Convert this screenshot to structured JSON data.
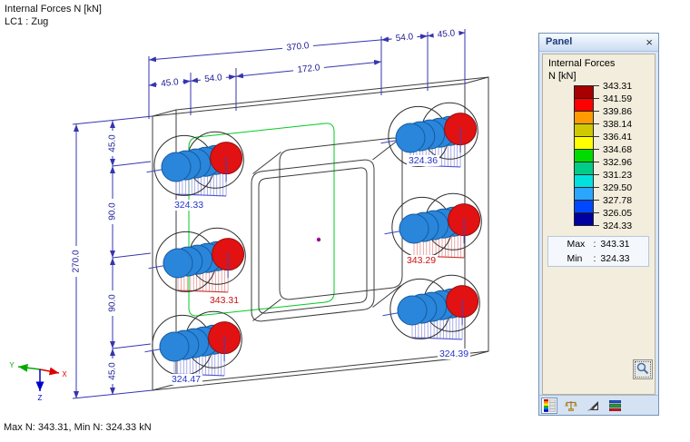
{
  "header": {
    "title": "Internal Forces N [kN]",
    "subtitle": "LC1 : Zug"
  },
  "dimensions": {
    "top_total": "370.0",
    "top_chain": [
      "45.0",
      "54.0",
      "172.0",
      "54.0",
      "45.0"
    ],
    "left_total": "270.0",
    "left_chain": [
      "45.0",
      "90.0",
      "90.0",
      "45.0"
    ]
  },
  "bolts": [
    {
      "value": "324.33",
      "kind": "min"
    },
    {
      "value": "343.31",
      "kind": "max"
    },
    {
      "value": "324.47",
      "kind": "min"
    },
    {
      "value": "324.36",
      "kind": "min"
    },
    {
      "value": "343.29",
      "kind": "max"
    },
    {
      "value": "324.39",
      "kind": "min"
    }
  ],
  "axes": {
    "x": "X",
    "y": "Y",
    "z": "Z",
    "x_color": "#dd0000",
    "y_color": "#00aa00",
    "z_color": "#0000cc"
  },
  "status": "Max N: 343.31, Min N: 324.33 kN",
  "panel": {
    "title": "Panel",
    "close": "×",
    "result_title": "Internal Forces",
    "result_unit": "N [kN]",
    "separator": ":",
    "max_label": "Max",
    "max_value": "343.31",
    "min_label": "Min",
    "min_value": "324.33",
    "scale": {
      "values": [
        "343.31",
        "341.59",
        "339.86",
        "338.14",
        "336.41",
        "334.68",
        "332.96",
        "331.23",
        "329.50",
        "327.78",
        "326.05",
        "324.33"
      ],
      "colors": [
        "#a80000",
        "#fe0000",
        "#ff9b00",
        "#d0c800",
        "#ffff00",
        "#00dc00",
        "#00cc87",
        "#00e2df",
        "#2ba6ff",
        "#0048ff",
        "#0000a0"
      ]
    },
    "icons": [
      "color-scale",
      "balance",
      "measure",
      "result-bars"
    ],
    "accent_border": "#7593b5"
  }
}
